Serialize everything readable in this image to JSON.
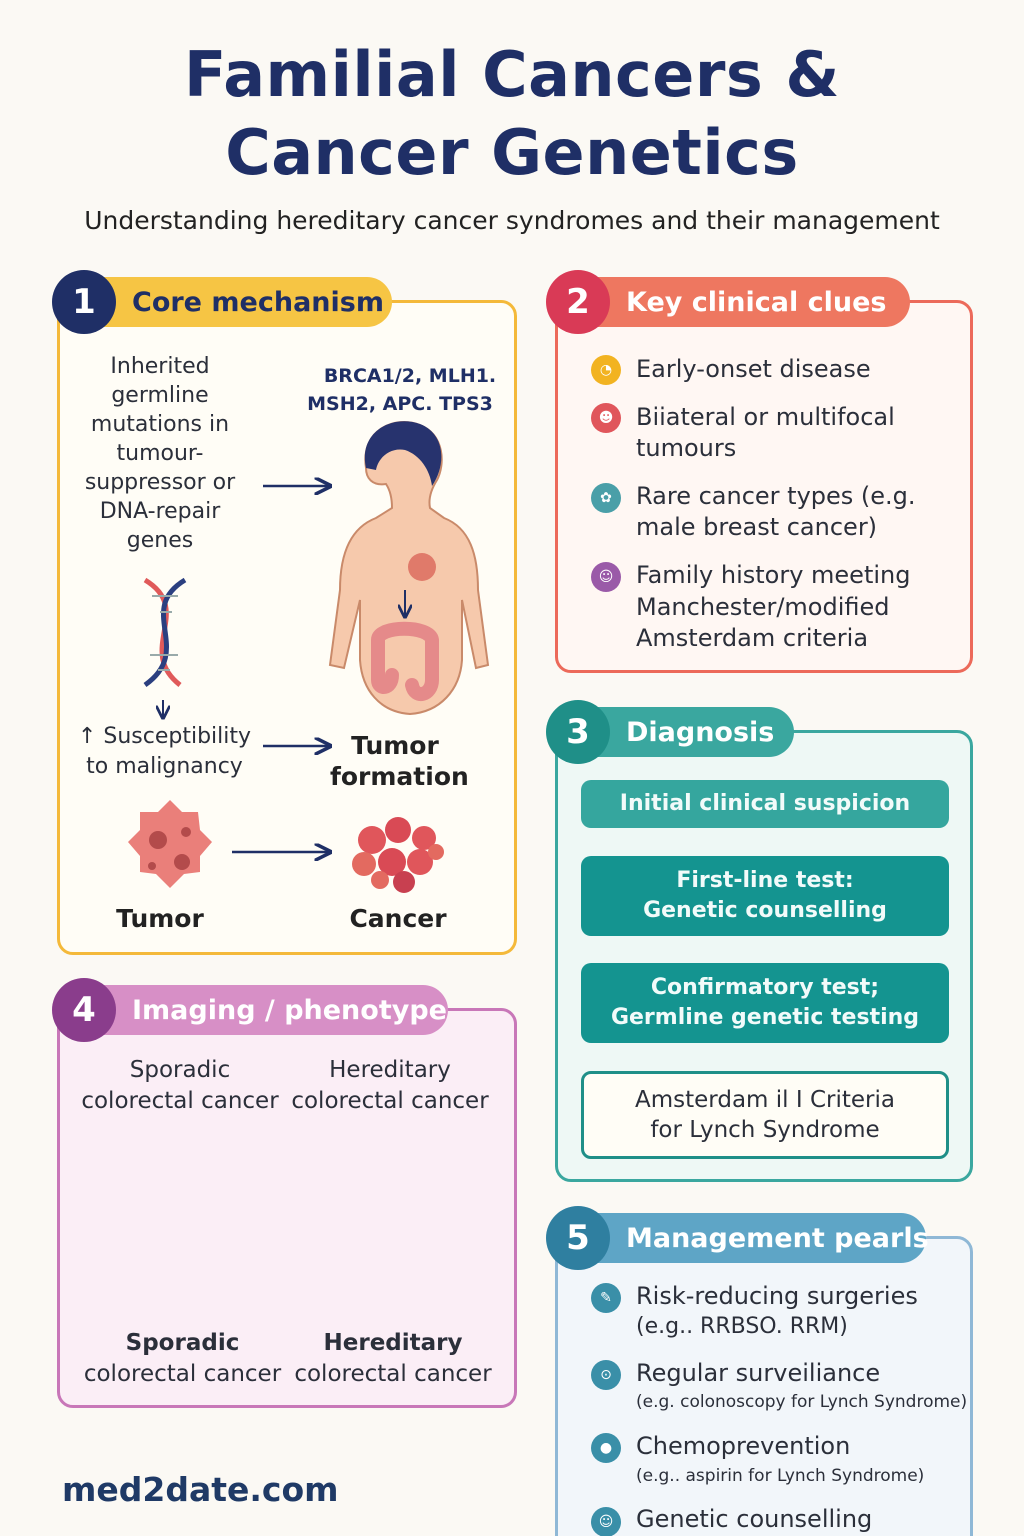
{
  "header": {
    "title_line1": "Familial Cancers &",
    "title_line2": "Cancer Genetics",
    "subtitle": "Understanding hereditary cancer syndromes and their management"
  },
  "section1": {
    "number": "1",
    "title": "Core mechanism",
    "mechanism_text": [
      "Inherited",
      "germline",
      "mutations in",
      "tumour-",
      "suppressor or",
      "DNA-repair",
      "genes"
    ],
    "genes_line1": "BRCA1/2, MLH1.",
    "genes_line2": "MSH2, APC. TPS3",
    "susceptibility_line1": "↑ Susceptibility",
    "susceptibility_line2": "to malignancy",
    "tumor_formation_line1": "Tumor",
    "tumor_formation_line2": "formation",
    "tumor_label": "Tumor",
    "cancer_label": "Cancer"
  },
  "section2": {
    "number": "2",
    "title": "Key clinical clues",
    "clues": [
      {
        "lines": [
          "Early-onset disease"
        ],
        "icon": "clock-icon",
        "color": "#f2b321"
      },
      {
        "lines": [
          "Biiateral or multifocal",
          "tumours"
        ],
        "icon": "tumour-icon",
        "color": "#e0565b"
      },
      {
        "lines": [
          "Rare cancer types (e.g.",
          "male breast cancer)"
        ],
        "icon": "rare-icon",
        "color": "#4a9fa8"
      },
      {
        "lines": [
          "Family history meeting",
          "Manchester/modified",
          "Amsterdam criteria"
        ],
        "icon": "family-icon",
        "color": "#9a5aa8"
      }
    ]
  },
  "section3": {
    "number": "3",
    "title": "Diagnosis",
    "steps": [
      {
        "lines": [
          "Initial clinical suspicion"
        ]
      },
      {
        "lines": [
          "First-line test:",
          "Genetic counselling"
        ]
      },
      {
        "lines": [
          "Confirmatory test;",
          "Germline genetic testing"
        ]
      },
      {
        "lines": [
          "Amsterdam il I Criteria",
          "for Lynch Syndrome"
        ]
      }
    ]
  },
  "section4": {
    "number": "4",
    "title": "Imaging / phenotype",
    "top_left": [
      "Sporadic",
      "colorectal cancer"
    ],
    "top_right": [
      "Hereditary",
      "colorectal cancer"
    ],
    "bottom_left": [
      "Sporadic",
      "colorectal cancer"
    ],
    "bottom_right": [
      "Hereditary",
      "colorectal cancer"
    ]
  },
  "section5": {
    "number": "5",
    "title": "Management pearls",
    "items": [
      {
        "label": "Risk-reducing surgeries",
        "sub": "(e.g.. RRBSO. RRM)",
        "icon": "scalpel-icon"
      },
      {
        "label": "Regular surveiliance",
        "sub": "(e.g. colonoscopy for Lynch Syndrome)",
        "icon": "scope-icon"
      },
      {
        "label": "Chemoprevention",
        "sub": "(e.g.. aspirin for Lynch Syndrome)",
        "icon": "pill-icon"
      },
      {
        "label": "Genetic counselling",
        "sub": "",
        "icon": "people-icon"
      }
    ]
  },
  "footer": {
    "site": "med2date.com"
  },
  "colors": {
    "navy": "#1f2f66",
    "s1": "#f4b93a",
    "s2": "#ec6a5a",
    "s2num": "#d93a56",
    "s3": "#3aa79f",
    "s3num": "#1f8f88",
    "s4": "#c877b8",
    "s4num": "#8a3d8c",
    "s5": "#8fb8d6",
    "s5num": "#2f7fa0"
  }
}
